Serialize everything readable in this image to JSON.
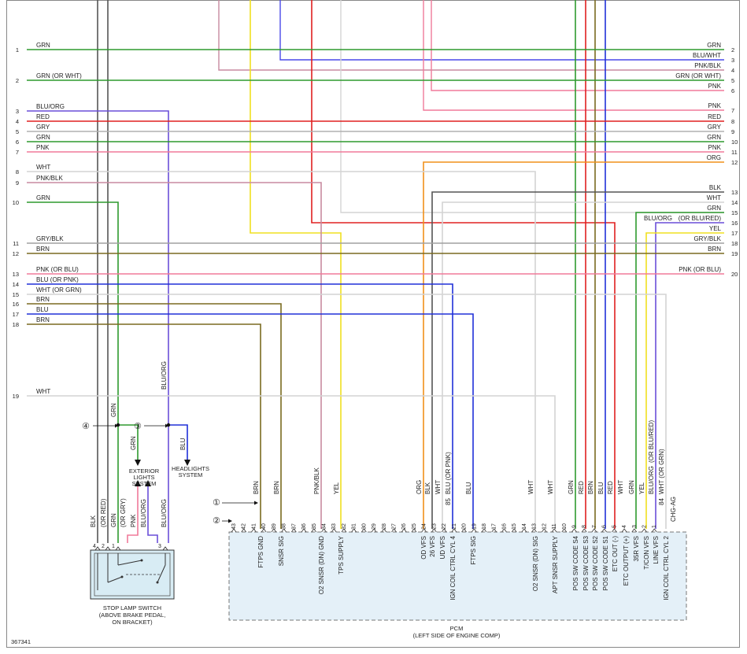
{
  "left_wires": [
    {
      "num": "1",
      "label": "GRN",
      "color": "#2e9a2e"
    },
    {
      "num": "2",
      "label": "GRN (OR WHT)",
      "color": "#2e9a2e"
    },
    {
      "num": "3",
      "label": "BLU/ORG",
      "color": "#6a4fd8"
    },
    {
      "num": "4",
      "label": "RED",
      "color": "#e02020"
    },
    {
      "num": "5",
      "label": "GRY",
      "color": "#b0b0b0"
    },
    {
      "num": "6",
      "label": "GRN",
      "color": "#2e9a2e"
    },
    {
      "num": "7",
      "label": "PNK",
      "color": "#f07a9a"
    },
    {
      "num": "8",
      "label": "WHT",
      "color": "#d0d0d0"
    },
    {
      "num": "9",
      "label": "PNK/BLK",
      "color": "#c88aa0"
    },
    {
      "num": "10",
      "label": "GRN",
      "color": "#2e9a2e"
    },
    {
      "num": "11",
      "label": "GRY/BLK",
      "color": "#a0a0a0"
    },
    {
      "num": "12",
      "label": "BRN",
      "color": "#7a6a20"
    },
    {
      "num": "13",
      "label": "PNK (OR BLU)",
      "color": "#f07a9a"
    },
    {
      "num": "14",
      "label": "BLU (OR PNK)",
      "color": "#2030d8"
    },
    {
      "num": "15",
      "label": "WHT (OR GRN)",
      "color": "#d0d0d0"
    },
    {
      "num": "16",
      "label": "BRN",
      "color": "#7a6a20"
    },
    {
      "num": "17",
      "label": "BLU",
      "color": "#2030d8"
    },
    {
      "num": "18",
      "label": "BRN",
      "color": "#7a6a20"
    },
    {
      "num": "19",
      "label": "WHT",
      "color": "#d0d0d0"
    }
  ],
  "right_wires": [
    {
      "num": "2",
      "label": "GRN"
    },
    {
      "num": "3",
      "label": "BLU/WHT"
    },
    {
      "num": "4",
      "label": "PNK/BLK"
    },
    {
      "num": "5",
      "label": "GRN (OR WHT)"
    },
    {
      "num": "6",
      "label": "PNK"
    },
    {
      "num": "7",
      "label": "PNK"
    },
    {
      "num": "8",
      "label": "RED"
    },
    {
      "num": "9",
      "label": "GRY"
    },
    {
      "num": "10",
      "label": "GRN"
    },
    {
      "num": "11",
      "label": "PNK"
    },
    {
      "num": "12",
      "label": "ORG"
    },
    {
      "num": "13",
      "label": "BLK"
    },
    {
      "num": "14",
      "label": "WHT"
    },
    {
      "num": "15",
      "label": "GRN"
    },
    {
      "num": "16",
      "label": "(OR BLU/RED)"
    },
    {
      "num": "17",
      "label": "YEL"
    },
    {
      "num": "18",
      "label": "GRY/BLK"
    },
    {
      "num": "19",
      "label": "BRN"
    },
    {
      "num": "20",
      "label": "PNK (OR BLU)"
    }
  ],
  "right_extra_labels": {
    "blu_org": "BLU/ORG"
  },
  "vertical_labels": [
    {
      "id": "v-brn-41",
      "text": "BRN"
    },
    {
      "id": "v-brn-39",
      "text": "BRN"
    },
    {
      "id": "v-pnkblk-35",
      "text": "PNK/BLK"
    },
    {
      "id": "v-yel-33",
      "text": "YEL"
    },
    {
      "id": "v-org-25",
      "text": "ORG"
    },
    {
      "id": "v-blk-24",
      "text": "BLK"
    },
    {
      "id": "v-wht-23",
      "text": "WHT"
    },
    {
      "id": "v-blu-or-pnk-22",
      "text": "BLU (OR PNK)"
    },
    {
      "id": "v-85",
      "text": "85"
    },
    {
      "id": "v-blu-20",
      "text": "BLU"
    },
    {
      "id": "v-wht-14",
      "text": "WHT"
    },
    {
      "id": "v-wht-11",
      "text": "WHT"
    },
    {
      "id": "v-grn-10",
      "text": "GRN"
    },
    {
      "id": "v-red-9",
      "text": "RED"
    },
    {
      "id": "v-brn-8",
      "text": "BRN"
    },
    {
      "id": "v-blu-7",
      "text": "BLU"
    },
    {
      "id": "v-red-6",
      "text": "RED"
    },
    {
      "id": "v-wht-5",
      "text": "WHT"
    },
    {
      "id": "v-grn-4",
      "text": "GRN"
    },
    {
      "id": "v-yel-3",
      "text": "YEL"
    },
    {
      "id": "v-bluorg-2",
      "text": "BLU/ORG"
    },
    {
      "id": "v-orblured-2",
      "text": "(OR BLU/RED)"
    },
    {
      "id": "v-wht-or-grn-1",
      "text": "WHT (OR GRN)"
    },
    {
      "id": "v-84",
      "text": "84"
    },
    {
      "id": "v-chg-ag",
      "text": "CHG-AG"
    },
    {
      "id": "v-blk-sw",
      "text": "BLK"
    },
    {
      "id": "v-orred-sw",
      "text": "(OR RED)"
    },
    {
      "id": "v-grn-sw",
      "text": "GRN"
    },
    {
      "id": "v-orgry-sw",
      "text": "(OR GRY)"
    },
    {
      "id": "v-pnk-sw",
      "text": "PNK"
    },
    {
      "id": "v-bluorg-sw1",
      "text": "BLU/ORG"
    },
    {
      "id": "v-bluorg-sw2",
      "text": "BLU/ORG"
    },
    {
      "id": "v-grn-splice",
      "text": "GRN"
    },
    {
      "id": "v-grn-ext",
      "text": "GRN"
    },
    {
      "id": "v-bluorg-top",
      "text": "BLU/ORG"
    },
    {
      "id": "v-blu-head",
      "text": "BLU"
    }
  ],
  "pcm_pins": [
    "43",
    "42",
    "41",
    "40",
    "39",
    "38",
    "37",
    "36",
    "35",
    "34",
    "33",
    "32",
    "31",
    "30",
    "29",
    "28",
    "27",
    "26",
    "25",
    "24",
    "23",
    "22",
    "21",
    "20",
    "19",
    "18",
    "17",
    "16",
    "15",
    "14",
    "13",
    "12",
    "11",
    "10",
    "9",
    "8",
    "7",
    "6",
    "5",
    "4",
    "3",
    "2",
    "1"
  ],
  "pcm_functions": [
    {
      "id": "f-ftps-gnd",
      "text": "FTPS GND"
    },
    {
      "id": "f-snsr-sig",
      "text": "SNSR SIG"
    },
    {
      "id": "f-o2-snsr-dn-gnd",
      "text": "O2 SNSR (DN) GND"
    },
    {
      "id": "f-tps-supply",
      "text": "TPS SUPPLY"
    },
    {
      "id": "f-od-vfs",
      "text": "OD VFS"
    },
    {
      "id": "f-26-vfs",
      "text": "26 VFS"
    },
    {
      "id": "f-ud-vfs",
      "text": "UD VFS"
    },
    {
      "id": "f-ign-coil-4",
      "text": "IGN COIL CTRL CYL 4"
    },
    {
      "id": "f-ftps-sig",
      "text": "FTPS SIG"
    },
    {
      "id": "f-o2-snsr-dn-sig",
      "text": "O2 SNSR (DN) SIG"
    },
    {
      "id": "f-apt-snsr",
      "text": "APT SNSR SUPPLY"
    },
    {
      "id": "f-pos-s4",
      "text": "POS SW CODE S4"
    },
    {
      "id": "f-pos-s3",
      "text": "POS SW CODE S3"
    },
    {
      "id": "f-pos-s2",
      "text": "POS SW CODE S2"
    },
    {
      "id": "f-pos-s1",
      "text": "POS SW CODE S1"
    },
    {
      "id": "f-etc-out-neg",
      "text": "ETC OUT (-)"
    },
    {
      "id": "f-etc-out-pos",
      "text": "ETC OUTPUT (+)"
    },
    {
      "id": "f-35r-vfs",
      "text": "35R VFS"
    },
    {
      "id": "f-tcon-vfs",
      "text": "T/CON VFS"
    },
    {
      "id": "f-line-vfs",
      "text": "LINE VFS"
    },
    {
      "id": "f-ign-coil-2",
      "text": "IGN COIL CTRL CYL 2"
    }
  ],
  "pcm": {
    "title": "PCM",
    "subtitle": "(LEFT SIDE OF ENGINE COMP)"
  },
  "switch": {
    "title_line1": "STOP LAMP SWITCH",
    "title_line2": "(ABOVE BRAKE PEDAL,",
    "title_line3": "ON BRACKET)",
    "pin4": "4",
    "pin2": "2",
    "pin1": "1",
    "pin3": "3"
  },
  "exterior": {
    "line1": "EXTERIOR",
    "line2": "LIGHTS",
    "line3": "SYSTEM"
  },
  "headlights": {
    "line1": "HEADLIGHTS",
    "line2": "SYSTEM"
  },
  "callouts": {
    "c1": "①",
    "c2": "②",
    "c3": "③",
    "c4": "④"
  },
  "figure_id": "367341"
}
